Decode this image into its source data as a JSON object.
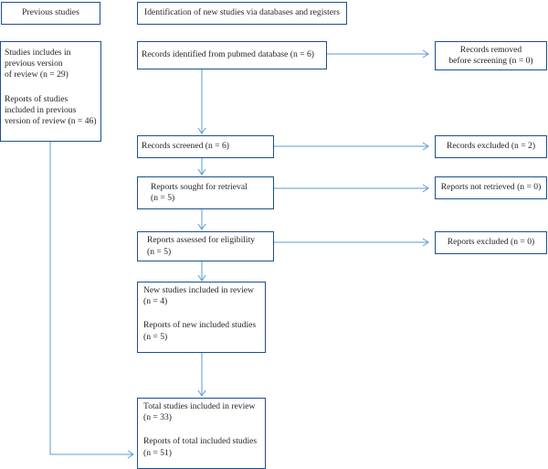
{
  "headers": {
    "previous": "Previous studies",
    "new": "Identification of new studies via databases and registers"
  },
  "previous_box": {
    "studies": "Studies includes in\nprevious version\nof review (n = 29)",
    "reports": "Reports of studies\nincluded in previous\nversion of review (n = 46)"
  },
  "identified": "Records identified from pubmed database (n = 6)",
  "removed": "Records removed\nbefore screening (n = 0)",
  "screened": "Records screened (n = 6)",
  "excluded": "Records excluded (n = 2)",
  "sought": "Reports sought for retrieval\n(n = 5)",
  "not_retrieved": "Reports not retrieved (n = 0)",
  "assessed": "Reports assessed for eligibility\n(n = 5)",
  "reports_excluded": "Reports excluded (n = 0)",
  "new_included": {
    "studies": "New studies included in review\n(n = 4)",
    "reports": "Reports of new included studies\n(n = 5)"
  },
  "total_included": {
    "studies": "Total studies included in review\n(n = 33)",
    "reports": "Reports of total included studies\n(n = 51)"
  }
}
